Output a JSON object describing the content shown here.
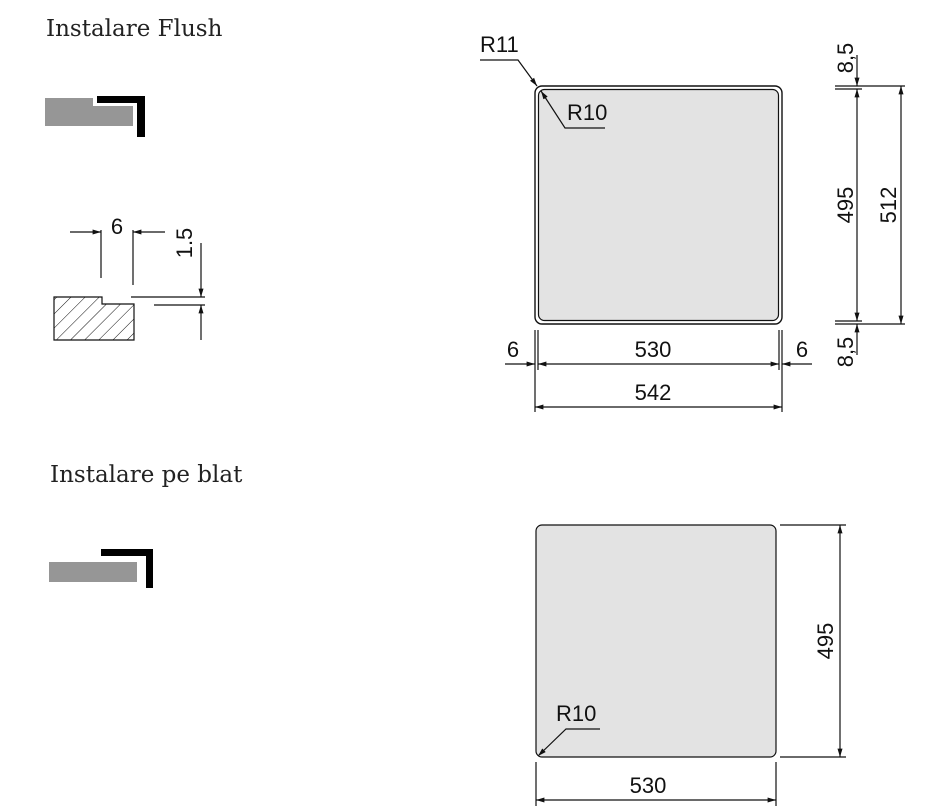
{
  "sections": {
    "flush": {
      "title": "Instalare Flush",
      "detail": {
        "gap": "6",
        "depth": "1.5"
      },
      "outer_radius": "R11",
      "inner_radius": "R10",
      "width_inner": "530",
      "width_outer": "542",
      "side_left": "6",
      "side_right": "6",
      "height_inner": "495",
      "height_outer": "512",
      "top_margin": "8,5",
      "bottom_margin": "8,5"
    },
    "top_mount": {
      "title": "Instalare pe blat",
      "radius": "R10",
      "width": "530",
      "height": "495"
    }
  },
  "colors": {
    "sink_fill": "#e3e3e3",
    "countertop": "#969696",
    "line": "#111111"
  }
}
